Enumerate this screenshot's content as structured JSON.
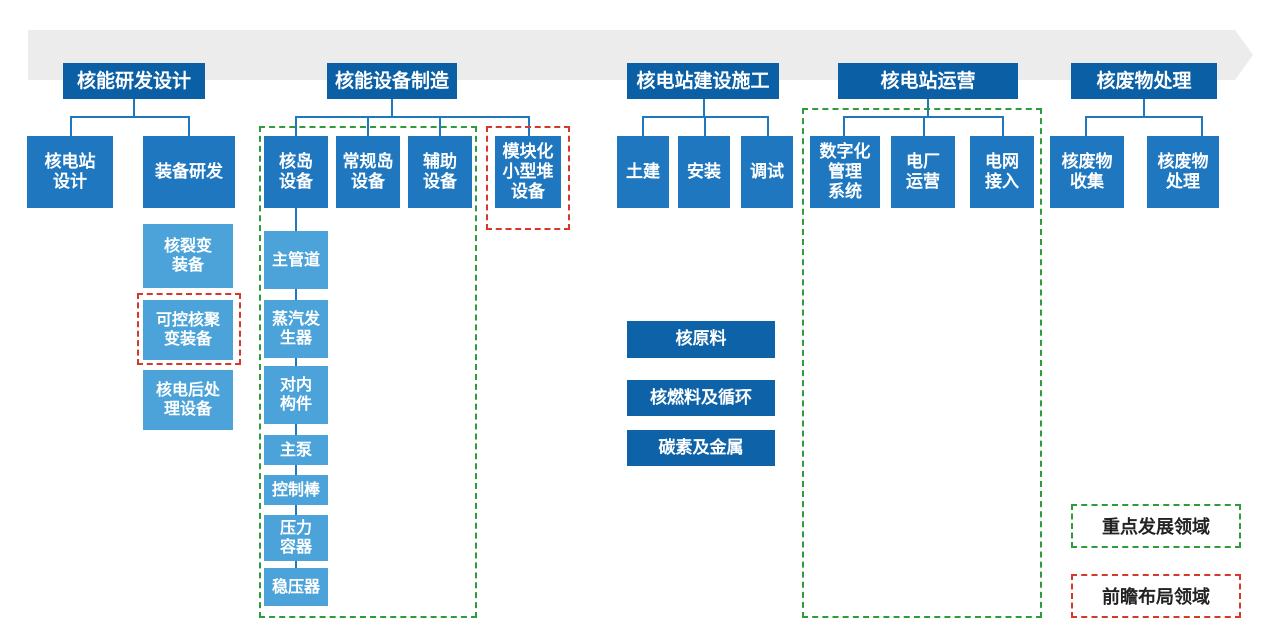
{
  "phases": {
    "rd": "核能研发设计",
    "manufacturing": "核能设备制造",
    "construction": "核电站建设施工",
    "operation": "核电站运营",
    "waste": "核废物处理"
  },
  "rd": {
    "plant_design": "核电站\n设计",
    "equipment_rd": "装备研发",
    "fission": "核裂变\n装备",
    "fusion": "可控核聚\n变装备",
    "post_processing": "核电后处\n理设备"
  },
  "manufacturing": {
    "nuclear_island": "核岛\n设备",
    "conventional_island": "常规岛\n设备",
    "auxiliary": "辅助\n设备",
    "modular": "模块化\n小型堆\n设备",
    "components": [
      "主管道",
      "蒸汽发\n生器",
      "对内\n构件",
      "主泵",
      "控制棒",
      "压力\n容器",
      "稳压器"
    ]
  },
  "construction": {
    "civil": "土建",
    "install": "安装",
    "commission": "调试"
  },
  "operation": {
    "digital": "数字化\n管理\n系统",
    "plant_ops": "电厂\n运营",
    "grid": "电网\n接入"
  },
  "waste": {
    "collect": "核废物\n收集",
    "treat": "核废物\n处理"
  },
  "materials": {
    "raw": "核原料",
    "fuel": "核燃料及循环",
    "carbon": "碳素及金属"
  },
  "legend": {
    "key_area": "重点发展领域",
    "frontier_area": "前瞻布局领域"
  },
  "colors": {
    "phase": "#0b5fa5",
    "sub": "#1f77c0",
    "light": "#4ba3d9",
    "band": "#ececec",
    "green_dash": "#2f9b3a",
    "red_dash": "#d6392b"
  }
}
